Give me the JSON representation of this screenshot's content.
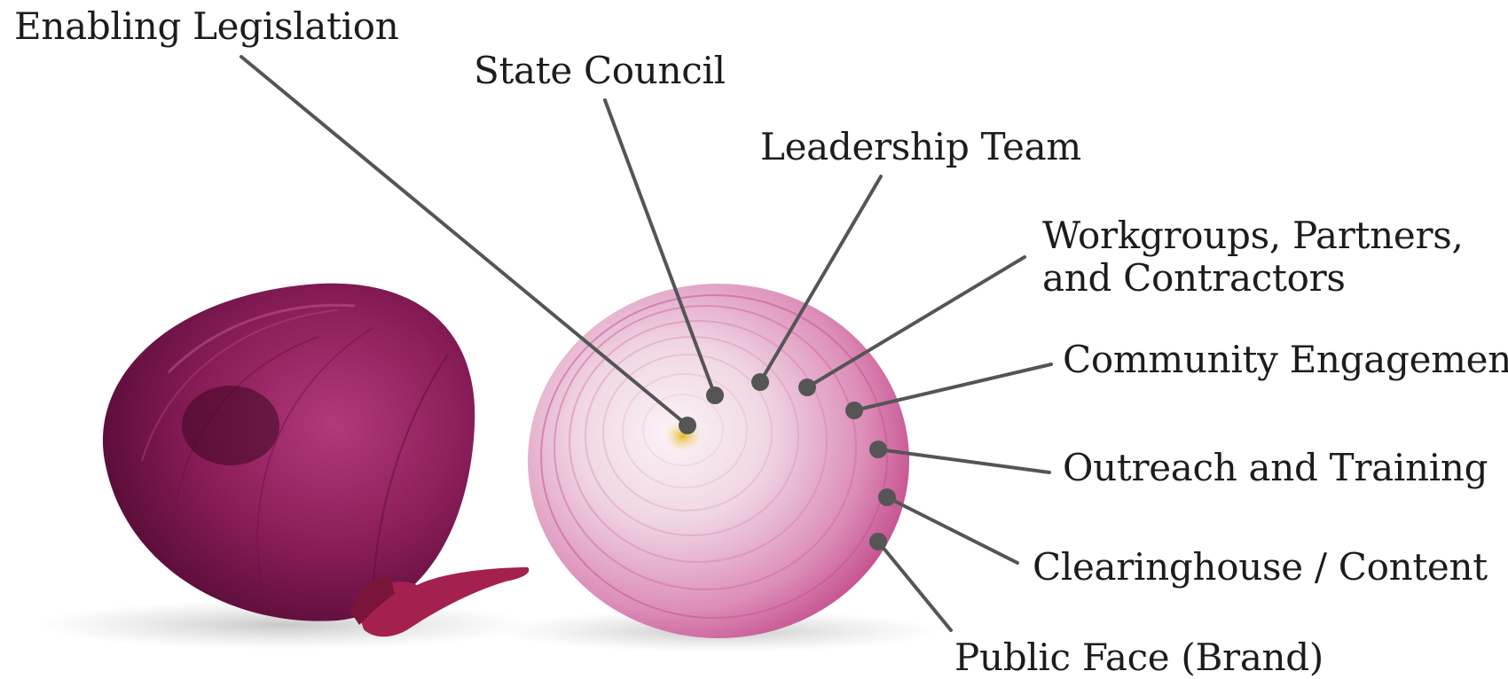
{
  "diagram": {
    "layers": [
      {
        "id": "enabling-legislation",
        "text": "Enabling Legislation"
      },
      {
        "id": "state-council",
        "text": "State Council"
      },
      {
        "id": "leadership-team",
        "text": "Leadership Team"
      },
      {
        "id": "workgroups",
        "text": "Workgroups, Partners,",
        "text_line2": "and Contractors"
      },
      {
        "id": "community-engagement",
        "text": "Community Engagement"
      },
      {
        "id": "outreach-training",
        "text": "Outreach and Training"
      },
      {
        "id": "clearinghouse",
        "text": "Clearinghouse / Content"
      },
      {
        "id": "public-face",
        "text": "Public Face (Brand)"
      }
    ],
    "colors": {
      "leader_line": "#555555",
      "label_text": "#1c1c1c",
      "onion_skin_dark": "#4a0a2e",
      "onion_skin_mid": "#8e1e5c",
      "onion_flesh_outer": "#c8458d",
      "onion_flesh_inner": "#f2dbe8",
      "onion_core": "#e8c23a"
    }
  }
}
